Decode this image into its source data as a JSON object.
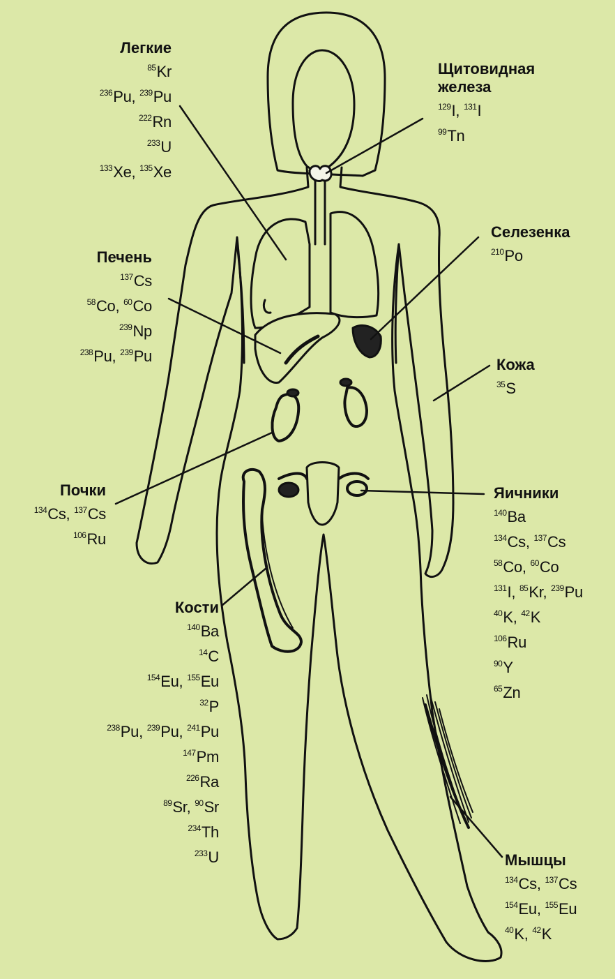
{
  "organs": [
    {
      "id": "lungs",
      "title": "Легкие",
      "lines": [
        [
          [
            "85",
            "Kr"
          ]
        ],
        [
          [
            "236",
            "Pu"
          ],
          [
            "239",
            "Pu"
          ]
        ],
        [
          [
            "222",
            "Rn"
          ]
        ],
        [
          [
            "233",
            "U"
          ]
        ],
        [
          [
            "133",
            "Xe"
          ],
          [
            "135",
            "Xe"
          ]
        ]
      ]
    },
    {
      "id": "thyroid",
      "title": "Щитовидная\nжелеза",
      "lines": [
        [
          [
            "129",
            "I"
          ],
          [
            "131",
            "I"
          ]
        ],
        [
          [
            "99",
            "Tn"
          ]
        ]
      ]
    },
    {
      "id": "spleen",
      "title": "Селезенка",
      "lines": [
        [
          [
            "210",
            "Po"
          ]
        ]
      ]
    },
    {
      "id": "liver",
      "title": "Печень",
      "lines": [
        [
          [
            "137",
            "Cs"
          ]
        ],
        [
          [
            "58",
            "Co"
          ],
          [
            "60",
            "Co"
          ]
        ],
        [
          [
            "239",
            "Np"
          ]
        ],
        [
          [
            "238",
            "Pu"
          ],
          [
            "239",
            "Pu"
          ]
        ]
      ]
    },
    {
      "id": "skin",
      "title": "Кожа",
      "lines": [
        [
          [
            "35",
            "S"
          ]
        ]
      ]
    },
    {
      "id": "kidneys",
      "title": "Почки",
      "lines": [
        [
          [
            "134",
            "Cs"
          ],
          [
            "137",
            "Cs"
          ]
        ],
        [
          [
            "106",
            "Ru"
          ]
        ]
      ]
    },
    {
      "id": "ovaries",
      "title": "Яичники",
      "lines": [
        [
          [
            "140",
            "Ba"
          ]
        ],
        [
          [
            "134",
            "Cs"
          ],
          [
            "137",
            "Cs"
          ]
        ],
        [
          [
            "58",
            "Co"
          ],
          [
            "60",
            "Co"
          ]
        ],
        [
          [
            "131",
            "I"
          ],
          [
            "85",
            "Kr"
          ],
          [
            "239",
            "Pu"
          ]
        ],
        [
          [
            "40",
            "K"
          ],
          [
            "42",
            "K"
          ]
        ],
        [
          [
            "106",
            "Ru"
          ]
        ],
        [
          [
            "90",
            "Y"
          ]
        ],
        [
          [
            "65",
            "Zn"
          ]
        ]
      ]
    },
    {
      "id": "bones",
      "title": "Кости",
      "lines": [
        [
          [
            "140",
            "Ba"
          ]
        ],
        [
          [
            "14",
            "C"
          ]
        ],
        [
          [
            "154",
            "Eu"
          ],
          [
            "155",
            "Eu"
          ]
        ],
        [
          [
            "32",
            "P"
          ]
        ],
        [
          [
            "238",
            "Pu"
          ],
          [
            "239",
            "Pu"
          ],
          [
            "241",
            "Pu"
          ]
        ],
        [
          [
            "147",
            "Pm"
          ]
        ],
        [
          [
            "226",
            "Ra"
          ]
        ],
        [
          [
            "89",
            "Sr"
          ],
          [
            "90",
            "Sr"
          ]
        ],
        [
          [
            "234",
            "Th"
          ]
        ],
        [
          [
            "233",
            "U"
          ]
        ]
      ]
    },
    {
      "id": "muscles",
      "title": "Мышцы",
      "lines": [
        [
          [
            "134",
            "Cs"
          ],
          [
            "137",
            "Cs"
          ]
        ],
        [
          [
            "154",
            "Eu"
          ],
          [
            "155",
            "Eu"
          ]
        ],
        [
          [
            "40",
            "K"
          ],
          [
            "42",
            "K"
          ]
        ]
      ]
    }
  ]
}
